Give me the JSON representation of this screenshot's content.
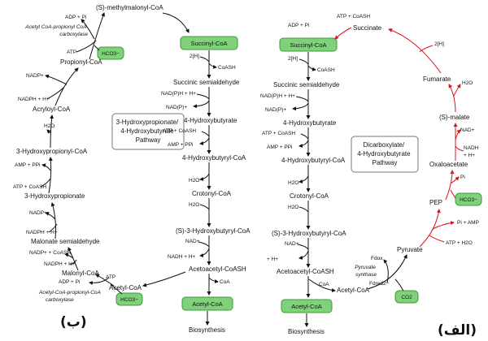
{
  "colors": {
    "green_fill": "#7fd17a",
    "green_stroke": "#3f9a3b",
    "arrow": "#111111",
    "red_arrow": "#d9141b"
  },
  "panel_b": {
    "label": "(ب)",
    "title": "3-Hydroxypropionate/\n4-Hydroxybutyrate\nPathway",
    "methylmalonyl": "(S)-methylmalonyl-CoA",
    "adp_pi_top": "ADP + Pi",
    "acc_pcc_top": "Acetyl CoA-propionyl CoA\ncarboxylase",
    "atp_top": "ATP",
    "hco3_top": "HCO3−",
    "propionyl": "Propionyl-CoA",
    "nadp_1": "NADP+",
    "nadph_1": "NADPH + H+",
    "acryloyl": "Acryloyl-CoA",
    "h2o_1": "H2O",
    "hydroxypropionyl": "3-Hydroxypropionyl-CoA",
    "amp_ppi": "AMP + PPi",
    "atp_coash": "ATP + CoASH",
    "hydroxypropionate": "3-Hydroxypropionate",
    "nadp_2": "NADP+",
    "nadph_2": "NADPH + H+",
    "malonate_semi": "Malonate semialdehyde",
    "nadp_coash": "NADP+ + CoASH",
    "nadph_3": "NADPH + H+",
    "malonyl": "Malonyl-CoA",
    "atp_bottom": "ATP",
    "adp_pi_bottom": "ADP + Pi",
    "acc_pcc_bottom": "Acetyl-CoA-propionyl-CoA\ncarboxylase",
    "acetyl_left": "Acetyl-CoA",
    "hco3_bottom": "HCO3−",
    "succinyl": "Succinyl-CoA",
    "h2": "2[H]",
    "coash_1": "CoASH",
    "succ_semi": "Succinic semialdehyde",
    "nadph_4": "NAD(P)H + H+",
    "nadp_4": "NAD(P)+",
    "hydroxybutyrate": "4-Hydroxybutyrate",
    "atp_coash_2": "ATP + CoASH",
    "amp_ppi_2": "AMP + PPi",
    "hydroxybutyryl": "4-Hydroxybutyryl-CoA",
    "h2o_2": "H2O",
    "crotonyl": "Crotonyl-CoA",
    "h2o_3": "H2O",
    "s3hb": "(S)-3-Hydroxybutyryl-CoA",
    "nad": "NAD+",
    "nadh": "NADH + H+",
    "acetoacetyl": "Acetoacetyl-CoASH",
    "coa": "CoA",
    "acetyl_box": "Acetyl-CoA",
    "biosynthesis": "Biosynthesis"
  },
  "panel_a": {
    "label": "(الف)",
    "title": "Dicarboxylate/\n4-Hydroxybutyrate\nPathway",
    "atp_coash": "ATP + CoASH",
    "adp_pi": "ADP + Pi",
    "succinate": "Succinate",
    "succinyl": "Succinyl-CoA",
    "h2_left": "2[H]",
    "h2_right": "2[H]",
    "coash_1": "CoASH",
    "fumarate": "Fumarate",
    "h2o_fum": "H2O",
    "succ_semi": "Succinic semialdehyde",
    "nadph_1": "NAD(P)H + H+",
    "nadp_1": "NAD(P)+",
    "s_malate": "(S)-malate",
    "hydroxybutyrate": "4-Hydroxybutyrate",
    "nad_plus": "NAD+",
    "atp_coash_2": "ATP + CoASH",
    "nadh": "NADH\n+ H+",
    "amp_ppi": "AMP + PPi",
    "oxaloacetate": "Oxaloacetate",
    "hydroxybutyryl": "4-Hydroxybutyryl-CoA",
    "pi": "Pi",
    "h2o_1": "H2O",
    "hco3": "HCO3−",
    "crotonyl": "Crotonyl-CoA",
    "pep": "PEP",
    "h2o_2": "H2O",
    "pi_amp": "Pi + AMP",
    "s3hb": "(S)-3-Hydroxybutyryl-CoA",
    "atp_h2o": "ATP + H2O",
    "nad_2": "NAD+",
    "fd_ox": "Fdox",
    "pyruvate_synthase": "Pyruvate\nsynthase",
    "pyruvate": "Pyruvate",
    "nadh_2": "NADH + H+",
    "fd_red": "Fdred2−",
    "acetoacetyl": "Acetoacetyl-CoASH",
    "coa": "CoA",
    "acetyl": "Acetyl-CoA",
    "acetyl_box": "Acetyl-CoA",
    "co2": "CO2",
    "biosynthesis": "Biosynthesis"
  }
}
